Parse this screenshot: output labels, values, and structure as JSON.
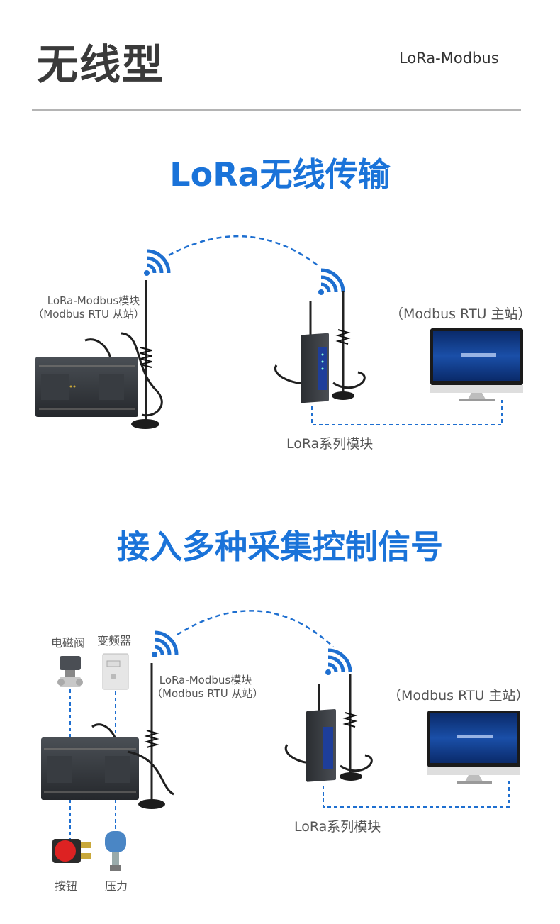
{
  "header": {
    "title": "无线型",
    "subtitle": "LoRa-Modbus"
  },
  "section1": {
    "title": "LoRa无线传输",
    "slave_label_line1": "LoRa-Modbus模块",
    "slave_label_line2": "（Modbus RTU 从站）",
    "master_label": "（Modbus RTU 主站）",
    "module_label": "LoRa系列模块"
  },
  "section2": {
    "title": "接入多种采集控制信号",
    "solenoid_label": "电磁阀",
    "inverter_label": "变频器",
    "slave_label_line1": "LoRa-Modbus模块",
    "slave_label_line2": "（Modbus RTU 从站）",
    "master_label": "（Modbus RTU 主站）",
    "module_label": "LoRa系列模块",
    "button_label": "按钮",
    "pressure_label": "压力"
  },
  "colors": {
    "accent": "#1a73d9",
    "signal": "#1e6fd0"
  }
}
